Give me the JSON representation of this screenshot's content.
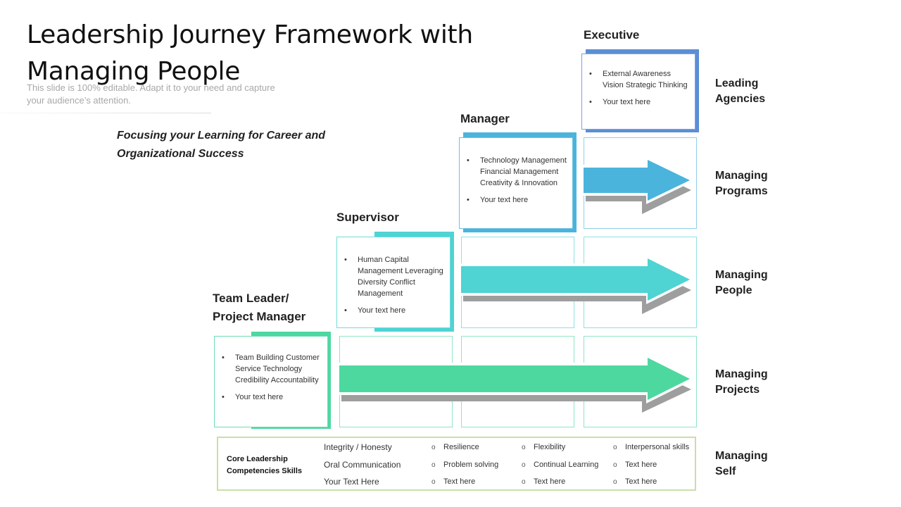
{
  "header": {
    "title_line1": "Leadership Journey Framework with",
    "title_line2": "Managing People",
    "subtitle": "This slide is 100% editable. Adapt it to your need and capture your audience’s attention.",
    "tagline": "Focusing your Learning for Career and Organizational Success"
  },
  "levels": {
    "executive": {
      "title": "Executive",
      "bullets": [
        "External Awareness Vision Strategic Thinking",
        "Your text here"
      ]
    },
    "manager": {
      "title": "Manager",
      "bullets": [
        "Technology Management Financial Management Creativity & Innovation",
        "Your text here"
      ]
    },
    "supervisor": {
      "title": "Supervisor",
      "bullets": [
        "Human Capital Management Leveraging Diversity Conflict Management",
        "Your text here"
      ]
    },
    "team_leader": {
      "title_line1": "Team Leader/",
      "title_line2": "Project Manager",
      "bullets": [
        "Team Building Customer Service Technology Credibility Accountability",
        "Your text here"
      ]
    }
  },
  "row_labels": {
    "leading_agencies": [
      "Leading",
      "Agencies"
    ],
    "managing_programs": [
      "Managing",
      "Programs"
    ],
    "managing_people": [
      "Managing",
      "People"
    ],
    "managing_projects": [
      "Managing",
      "Projects"
    ],
    "managing_self": [
      "Managing",
      "Self"
    ]
  },
  "skills": {
    "heading": "Core Leadership Competencies Skills",
    "col1": [
      "Integrity / Honesty",
      "Oral Communication",
      "Your Text Here"
    ],
    "col2": [
      "Resilience",
      "Problem solving",
      "Text here"
    ],
    "col3": [
      "Flexibility",
      "Continual Learning",
      "Text here"
    ],
    "col4": [
      "Interpersonal skills",
      "Text here",
      "Text here"
    ]
  },
  "colors": {
    "executive": "#5b8ed6",
    "manager": "#4ab4dc",
    "supervisor": "#4fd3d3",
    "team_leader": "#4dd8a0",
    "skills_border": "#c8dfa8",
    "arrow_shadow": "#9e9e9e"
  }
}
